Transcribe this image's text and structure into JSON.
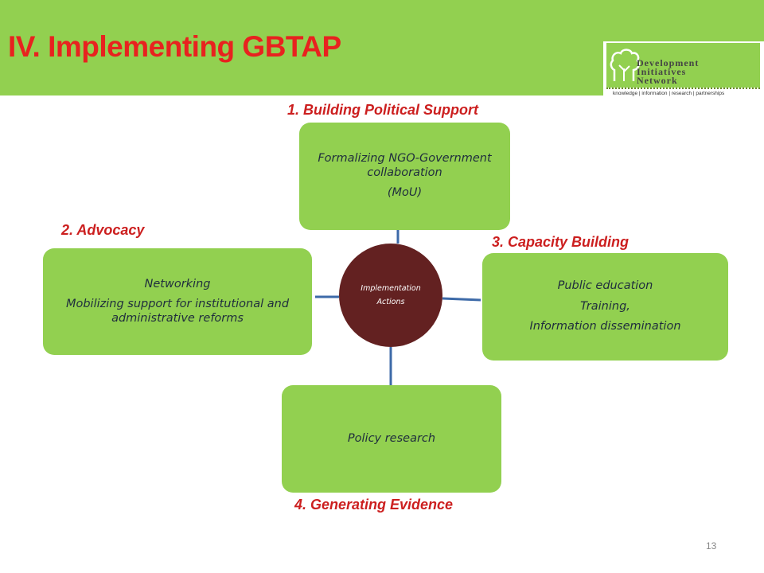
{
  "slide": {
    "title": "IV. Implementing GBTAP",
    "page_number": "13"
  },
  "logo": {
    "word1": "Development",
    "word2": "Initiatives",
    "word3": "Network",
    "tagline": "knowledge | information | research | partnerships"
  },
  "diagram": {
    "center": {
      "line1": "Implementation",
      "line2": "Actions"
    },
    "nodes": {
      "top": {
        "category": "1. Building Political Support",
        "lines": [
          "Formalizing NGO-Government collaboration",
          "(MoU)"
        ]
      },
      "left": {
        "category": "2. Advocacy",
        "lines": [
          "Networking",
          "Mobilizing support for institutional and administrative reforms"
        ]
      },
      "right": {
        "category": "3. Capacity Building",
        "lines": [
          "Public education",
          "Training,",
          "Information dissemination"
        ]
      },
      "bottom": {
        "category": "4. Generating Evidence",
        "lines": [
          "Policy research"
        ]
      }
    }
  },
  "colors": {
    "header_green": "#92d050",
    "box_green": "#92d050",
    "title_red": "#e8221f",
    "category_red": "#cc1f1f",
    "center_maroon": "#632121",
    "connector_blue": "#3d6aa8"
  }
}
